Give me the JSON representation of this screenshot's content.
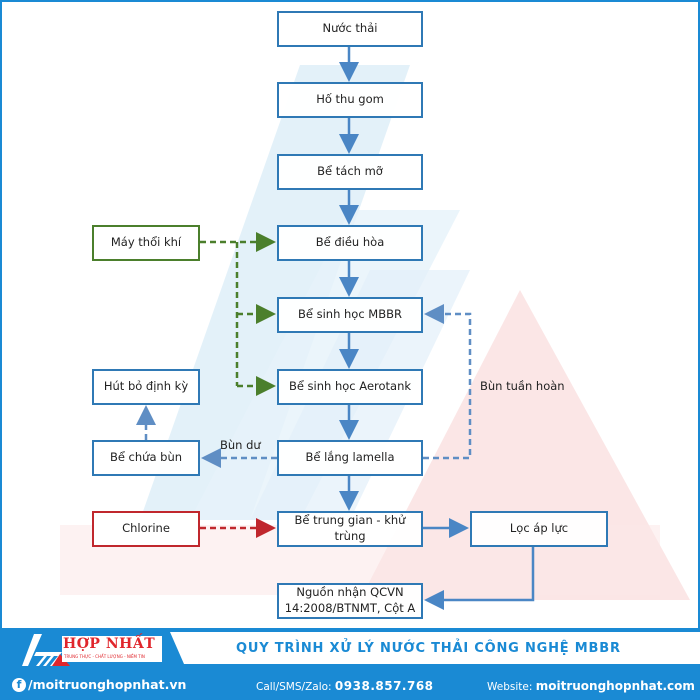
{
  "diagram": {
    "main_steps": [
      {
        "id": "nuoc-thai",
        "label": "Nước thải"
      },
      {
        "id": "ho-thu-gom",
        "label": "Hố thu gom"
      },
      {
        "id": "be-tach-mo",
        "label": "Bể tách mỡ"
      },
      {
        "id": "be-dieu-hoa",
        "label": "Bể điều hòa"
      },
      {
        "id": "be-sinh-hoc-mbbr",
        "label": "Bể sinh học MBBR"
      },
      {
        "id": "be-sinh-hoc-aerotank",
        "label": "Bể sinh học Aerotank"
      },
      {
        "id": "be-lang-lamella",
        "label": "Bể lắng lamella"
      },
      {
        "id": "be-trung-gian",
        "label": "Bể trung gian - khử trùng"
      },
      {
        "id": "nguon-nhan",
        "label_line1": "Nguồn nhận QCVN",
        "label_line2": "14:2008/BTNMT, Cột A"
      }
    ],
    "side_nodes": {
      "may_thoi_khi": "Máy thổi khí",
      "hut_bo_dinh_ky": "Hút bỏ định kỳ",
      "be_chua_bun": "Bể chứa bùn",
      "chlorine": "Chlorine",
      "loc_ap_luc": "Lọc áp lực"
    },
    "edge_labels": {
      "bun_du": "Bùn dư",
      "bun_tuan_hoan": "Bùn tuần hoàn"
    },
    "colors": {
      "main_border": "#2f79b5",
      "main_arrow": "#4a86c5",
      "air_line": "#4b7f2c",
      "chlorine_line": "#c0272d",
      "sludge_line": "#5f8ec4"
    }
  },
  "footer": {
    "brand": "HỢP NHẤT",
    "tagline": "TRUNG THỰC - CHẤT LƯỢNG - NIỀM TIN",
    "title": "QUY TRÌNH XỬ LÝ NƯỚC THẢI CÔNG NGHỆ MBBR",
    "facebook": "/moitruonghopnhat.vn",
    "call_label": "Call/SMS/Zalo:",
    "phone": "0938.857.768",
    "website_label": "Website:",
    "website": "moitruonghopnhat.com",
    "accent_color": "#1a8ad4"
  }
}
